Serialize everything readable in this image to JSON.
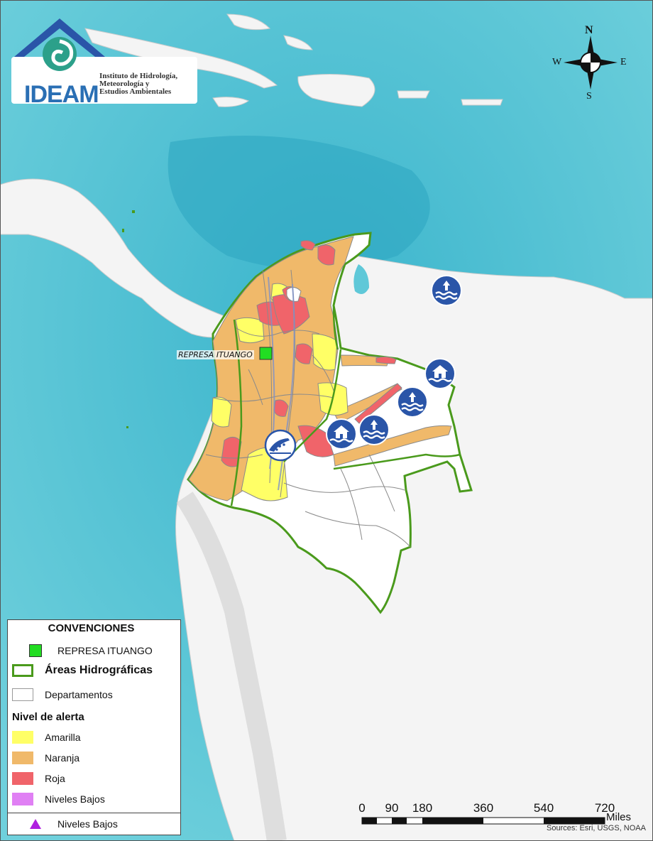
{
  "logo": {
    "acronym": "IDEAM",
    "name_lines": [
      "Instituto de Hidrología,",
      "Meteorología y",
      "Estudios Ambientales"
    ]
  },
  "compass": {
    "n": "N",
    "s": "S",
    "e": "E",
    "w": "W"
  },
  "map_labels": {
    "dam": "REPRESA ITUANGO"
  },
  "markers": {
    "rising_level_icons": 3,
    "flood_house_icons": 2,
    "landslide_icons": 1
  },
  "legend": {
    "title": "CONVENCIONES",
    "items": [
      {
        "label": "REPRESA ITUANGO",
        "color": "#22dd22"
      },
      {
        "label": "Áreas Hidrográficas",
        "color": "#4a9a1c"
      },
      {
        "label": "Departamentos",
        "color": "#9a9a9a"
      }
    ],
    "alert_heading": "Nivel de alerta",
    "alert_levels": [
      {
        "label": "Amarilla",
        "color": "#ffff66"
      },
      {
        "label": "Naranja",
        "color": "#f0b96a"
      },
      {
        "label": "Roja",
        "color": "#f0646a"
      },
      {
        "label": "Niveles Bajos",
        "color": "#e080f4"
      }
    ],
    "point_item": {
      "label": "Niveles Bajos",
      "color": "#b020e0"
    }
  },
  "scale_bar": {
    "ticks": [
      "0",
      "90",
      "180",
      "360",
      "540",
      "720"
    ],
    "unit": "Miles"
  },
  "sources": "Sources: Esri, USGS, NOAA",
  "colors": {
    "sea": "#5fc8d8",
    "deep_sea": "#3ab4cc",
    "land": "#f4f4f4",
    "hydro_border": "#4a9a1c",
    "icon_blue": "#2a55a8"
  }
}
